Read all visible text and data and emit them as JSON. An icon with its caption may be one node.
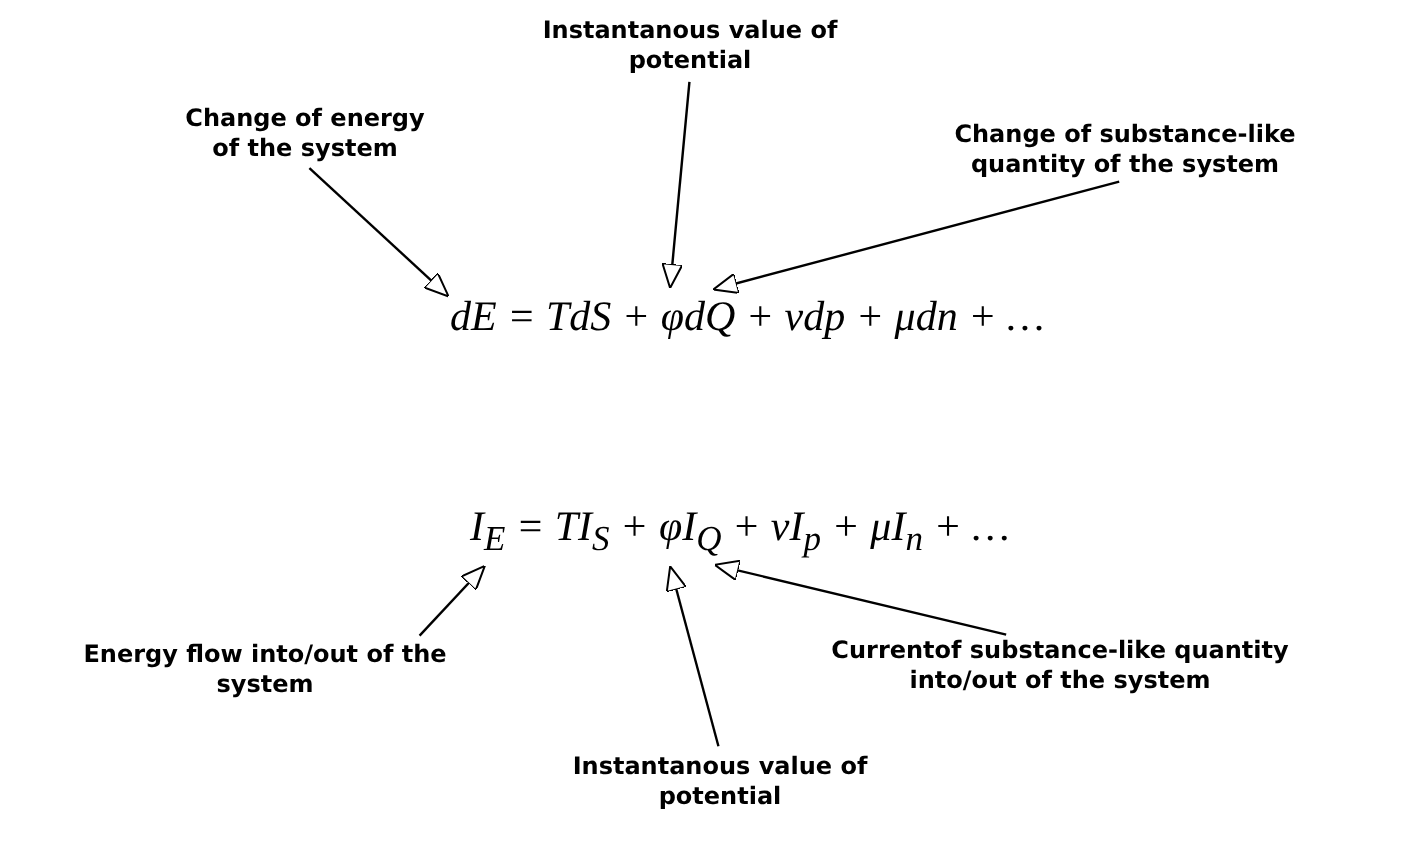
{
  "diagram": {
    "nodes": [
      {
        "text": [
          "Instantanous value of potential"
        ]
      },
      {
        "text": [
          "Change of energy of the system"
        ]
      },
      {
        "text": [
          "Change of substance-like quantity of the system"
        ]
      },
      {
        "text": [
          "dE = TdS + φdQ + vdp + μdn + …"
        ]
      },
      {
        "text": [
          "I$_{E}$ = TI$_{S}$ + φI$_{Q}$ + vI$_{p}$ + μI$_{n}$ + …"
        ]
      },
      {
        "text": [
          "Energy flow into/out of the system"
        ]
      },
      {
        "text": [
          "Currentof substance-like quantity into/out of the system"
        ]
      },
      {
        "text": [
          "Instantanous value of potential"
        ]
      }
    ],
    "edges": [
      {
        "from": 1,
        "to": 3,
        "arrow": "to"
      },
      {
        "from": 0,
        "to": 3,
        "arrow": "to"
      },
      {
        "from": 2,
        "to": 3,
        "arrow": "to"
      },
      {
        "from": 5,
        "to": 4,
        "arrow": "to"
      },
      {
        "from": 7,
        "to": 4,
        "arrow": "to"
      },
      {
        "from": 6,
        "to": 4,
        "arrow": "to"
      }
    ]
  }
}
